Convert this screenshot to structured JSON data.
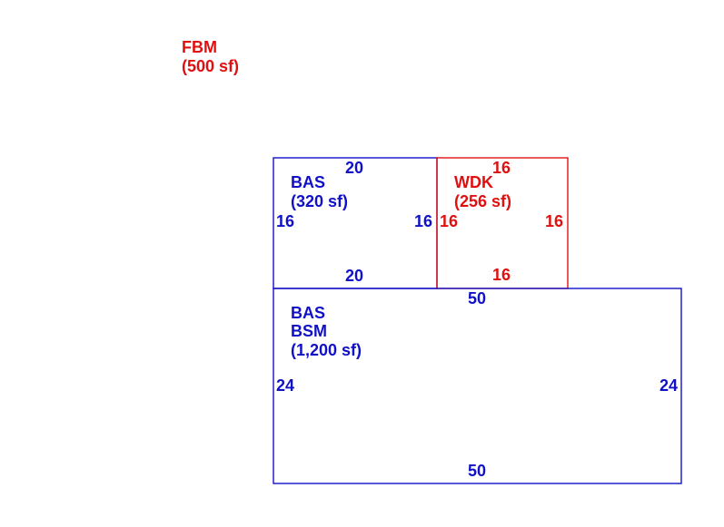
{
  "colors": {
    "living": "#1010c8",
    "other": "#e01010"
  },
  "sketch": {
    "fbm": {
      "code": "FBM",
      "area": "(500 sf)"
    },
    "bas_upper": {
      "code": "BAS",
      "area": "(320 sf)",
      "top": "20",
      "bottom": "20",
      "left": "16",
      "right": "16"
    },
    "wdk": {
      "code": "WDK",
      "area": "(256 sf)",
      "top": "16",
      "bottom": "16",
      "left": "16",
      "right": "16"
    },
    "bas_lower": {
      "code1": "BAS",
      "code2": "BSM",
      "area": "(1,200 sf)",
      "top": "50",
      "bottom": "50",
      "left": "24",
      "right": "24"
    }
  }
}
